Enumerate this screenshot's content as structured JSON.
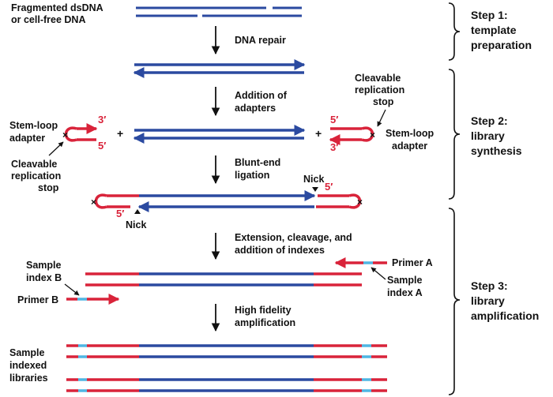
{
  "labels": {
    "fragmented_1": "Fragmented dsDNA",
    "fragmented_2": "or cell-free DNA",
    "dna_repair": "DNA repair",
    "addition_1": "Addition of",
    "addition_2": "adapters",
    "blunt_1": "Blunt-end",
    "blunt_2": "ligation",
    "extension_1": "Extension, cleavage, and",
    "extension_2": "addition of indexes",
    "high_1": "High fidelity",
    "high_2": "amplification",
    "stemloop_left_1": "Stem-loop",
    "stemloop_left_2": "adapter",
    "stemloop_right_1": "Stem-loop",
    "stemloop_right_2": "adapter",
    "cleavable_left_1": "Cleavable",
    "cleavable_left_2": "replication",
    "cleavable_left_3": "stop",
    "cleavable_right_1": "Cleavable",
    "cleavable_right_2": "replication",
    "cleavable_right_3": "stop",
    "nick_right": "Nick",
    "nick_left": "Nick",
    "prime3": "3′",
    "prime5": "5′",
    "plus": "+",
    "primer_a": "Primer A",
    "primer_b": "Primer B",
    "sample_index_a_1": "Sample",
    "sample_index_a_2": "index A",
    "sample_index_b_1": "Sample",
    "sample_index_b_2": "index B",
    "libraries_1": "Sample",
    "libraries_2": "indexed",
    "libraries_3": "libraries"
  },
  "steps": {
    "step1_title": "Step 1:",
    "step1_l1": "template",
    "step1_l2": "preparation",
    "step2_title": "Step 2:",
    "step2_l1": "library",
    "step2_l2": "synthesis",
    "step3_title": "Step 3:",
    "step3_l1": "library",
    "step3_l2": "amplification"
  },
  "colors": {
    "dna_blue": "#2b4aa0",
    "adapter_red": "#d9233a",
    "index_cyan": "#4fb6e3",
    "text": "#111111"
  }
}
